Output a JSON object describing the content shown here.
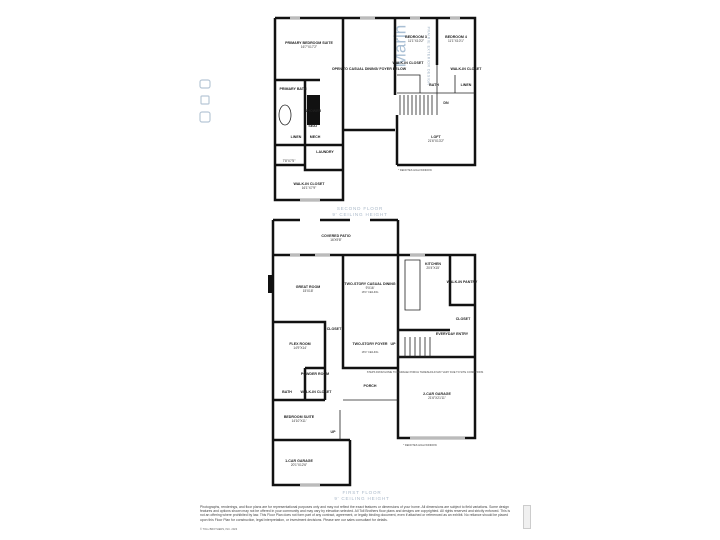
{
  "brand": {
    "name": "Marin",
    "subtitle": "PRAIRIE EXTERIOR DESIGN"
  },
  "second_floor": {
    "label": "SECOND FLOOR",
    "ceiling": "9' CEILING HEIGHT",
    "note": "* DENOTES HIGH WINDOW",
    "rooms": [
      {
        "name": "PRIMARY BEDROOM SUITE",
        "dim": "16'7\"X17'2\""
      },
      {
        "name": "OPEN TO CASUAL DINING/ FOYER BELOW",
        "dim": ""
      },
      {
        "name": "BEDROOM 3",
        "dim": "11'1\"X10'2\""
      },
      {
        "name": "BEDROOM 4",
        "dim": "11'1\"X10'1\""
      },
      {
        "name": "WALK-IN CLOSET",
        "dim": ""
      },
      {
        "name": "WALK-IN CLOSET",
        "dim": ""
      },
      {
        "name": "BATH",
        "dim": ""
      },
      {
        "name": "LINEN",
        "dim": ""
      },
      {
        "name": "DN",
        "dim": ""
      },
      {
        "name": "LOFT",
        "dim": "21'6\"X13'2\""
      },
      {
        "name": "PRIMARY BATH",
        "dim": ""
      },
      {
        "name": "SHOWER",
        "dim": ""
      },
      {
        "name": "SEAT",
        "dim": ""
      },
      {
        "name": "LINEN",
        "dim": ""
      },
      {
        "name": "MECH",
        "dim": ""
      },
      {
        "name": "LAUNDRY",
        "dim": ""
      },
      {
        "name": "",
        "dim": "7'8\"X7'5\""
      },
      {
        "name": "WALK-IN CLOSET",
        "dim": "16'1\"X7'9\""
      }
    ]
  },
  "first_floor": {
    "label": "FIRST FLOOR",
    "ceiling": "9' CEILING HEIGHT",
    "note": "* DENOTES HIGH WINDOW",
    "garage_note": "STEPS FROM HOME TO GARAGE/ PORCH THRESHOLD MAY VARY DUE TO SITE CONDITIONS",
    "rooms": [
      {
        "name": "COVERED PATIO",
        "dim": "16'X9'8\""
      },
      {
        "name": "GREAT ROOM",
        "dim": "15'X18'"
      },
      {
        "name": "TWO-STORY CASUAL DINING",
        "dim": "9'X16'",
        "note": "18'4\" CEILING"
      },
      {
        "name": "KITCHEN",
        "dim": "20'4\"X15'"
      },
      {
        "name": "WALK-IN PANTRY",
        "dim": ""
      },
      {
        "name": "CLOSET",
        "dim": ""
      },
      {
        "name": "EVERYDAY ENTRY",
        "dim": ""
      },
      {
        "name": "FLEX ROOM",
        "dim": "14'9\"X14'"
      },
      {
        "name": "CLOSET",
        "dim": ""
      },
      {
        "name": "TWO-STORY FOYER",
        "dim": "",
        "note": "18'4\" CEILING"
      },
      {
        "name": "UP",
        "dim": ""
      },
      {
        "name": "POWDER ROOM",
        "dim": ""
      },
      {
        "name": "BATH",
        "dim": ""
      },
      {
        "name": "WALK-IN CLOSET",
        "dim": ""
      },
      {
        "name": "PORCH",
        "dim": ""
      },
      {
        "name": "2-CAR GARAGE",
        "dim": "21'6\"X21'11\""
      },
      {
        "name": "BEDROOM SUITE",
        "dim": "14'10\"X11'"
      },
      {
        "name": "UP",
        "dim": ""
      },
      {
        "name": "1-CAR GARAGE",
        "dim": "20'1\"X12'6\""
      }
    ]
  },
  "disclaimer": "Photographs, renderings, and floor plans are for representational purposes only and may not reflect the exact features or dimensions of your home. All dimensions are subject to field variations. Some design features and options shown may not be offered in your community and may vary by elevation selected. All Toll Brothers floor plans and designs are copyrighted. All rights reserved and strictly enforced. This is not an offering where prohibited by law. This Floor Plan does not form part of any contract, agreement, or legally binding document, even if attached or referenced as an exhibit. No reliance should be placed upon this Floor Plan for construction, legal interpretation, or investment decisions. Please see our sales consultant for details.",
  "copyright": "© TOLL BROTHERS, INC. 2023"
}
